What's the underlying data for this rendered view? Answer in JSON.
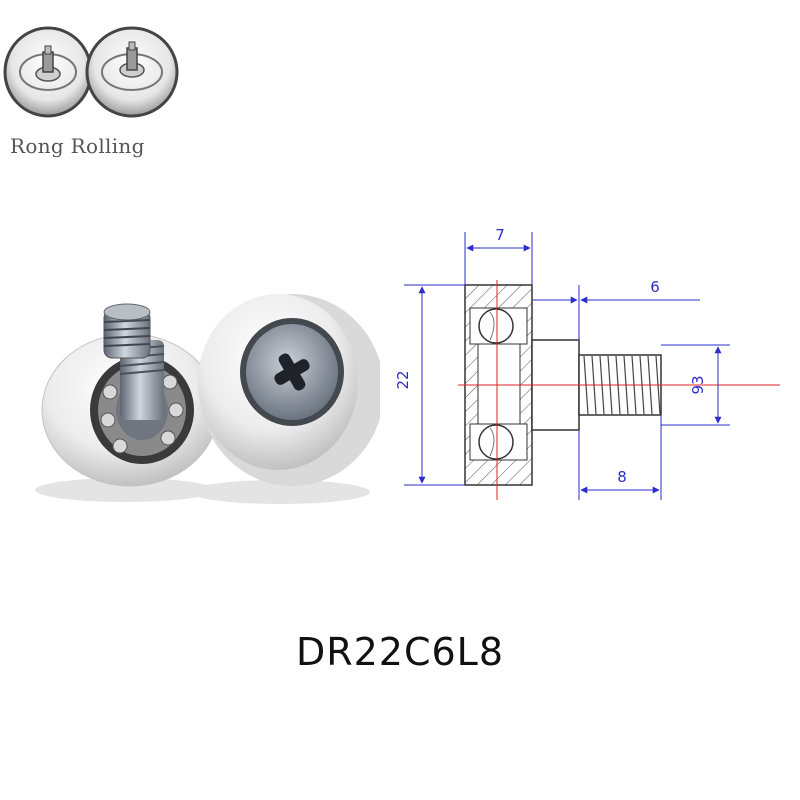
{
  "brand": {
    "name": "Rong Rolling",
    "logo_icon": "roller-wheels-icon"
  },
  "photo": {
    "icon": "roller-bearing-product-photo"
  },
  "drawing": {
    "dimensions": {
      "width": "7",
      "shoulder": "6",
      "diameter": "22",
      "thread_diameter": "93",
      "thread_length": "8"
    },
    "colors": {
      "dimension": "#2e2ecc",
      "centerline": "#e02020",
      "outline": "#333333"
    }
  },
  "model": {
    "code": "DR22C6L8"
  }
}
